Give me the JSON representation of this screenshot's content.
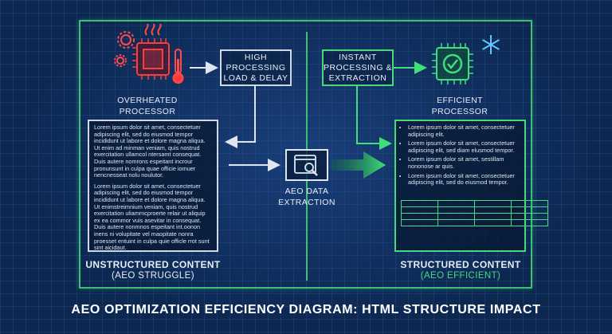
{
  "title": "AEO OPTIMIZATION EFFICIENCY DIAGRAM: HTML STRUCTURE IMPACT",
  "left": {
    "processor_label": "OVERHEATED\nPROCESSOR",
    "load_box": "HIGH\nPROCESSING\nLOAD & DELAY",
    "content_title": "UNSTRUCTURED CONTENT",
    "content_subtitle": "(AEO STRUGGLE)",
    "paragraphs": [
      "Lorem ipsum dolor sit amet, consectetuer adipiscing elit, sed do eiusmod tempor incididunt ut labore et dolore magna aliqua. Ut enim ad minman veniam, quis nostrud exercitation ullamcol ntersamt consequat. Duis autere nomrons espeitant incrour pronunsunt in culpa quae officie iomuer nencnesseat nolu noulutor.",
      "Lorem ipsum dolor sit amet, consectetuer adipiscing elit, sed do eiusmod tempor incididunt ut labore et dolore magna aliqua. Ut enimstreimnium veniam, quis nostrud exercitation uliamrncproerte relair ut aliquip ex ea commor vuis asevitar in consequat. Duis autere nonmnos espeitant int.oonon inens ni volupitate vel maopitate nonra proesset entuint in culpa quie officle rrot sunt sint aicidaut."
    ],
    "colors": {
      "accent": "#ff3b3b",
      "border": "#cfd8e6"
    },
    "icons": [
      "gear-icon",
      "heat-waves-icon",
      "thermometer-icon",
      "processor-chip-icon"
    ]
  },
  "center": {
    "extraction_label": "AEO DATA\nEXTRACTION",
    "icons": [
      "browser-search-icon"
    ]
  },
  "right": {
    "processor_label": "EFFICIENT\nPROCESSOR",
    "instant_box": "INSTANT\nPROCESSING &\nEXTRACTION",
    "content_title": "STRUCTURED CONTENT",
    "content_subtitle": "(AEO EFFICIENT)",
    "bullets": [
      "Lorem ipsum dolor sit amet, consectetuer adipiscing elit.",
      "Lorem ipsum dolor sit amet, consectetuer adipiscing elit, sed diam elusmod tempor.",
      "Lorem ipsum dolor sit amet, sestillam nononose ar quis.",
      "Lorem ipsum dolor sit amet, consectetuer adipiscing elit, sed do eiusmod tempor."
    ],
    "table": {
      "rows": 4,
      "cols": 4
    },
    "colors": {
      "accent": "#3fe07a",
      "frame": "#3fbf73"
    },
    "icons": [
      "snowflake-icon",
      "processor-chip-icon",
      "checkmark-icon"
    ]
  }
}
